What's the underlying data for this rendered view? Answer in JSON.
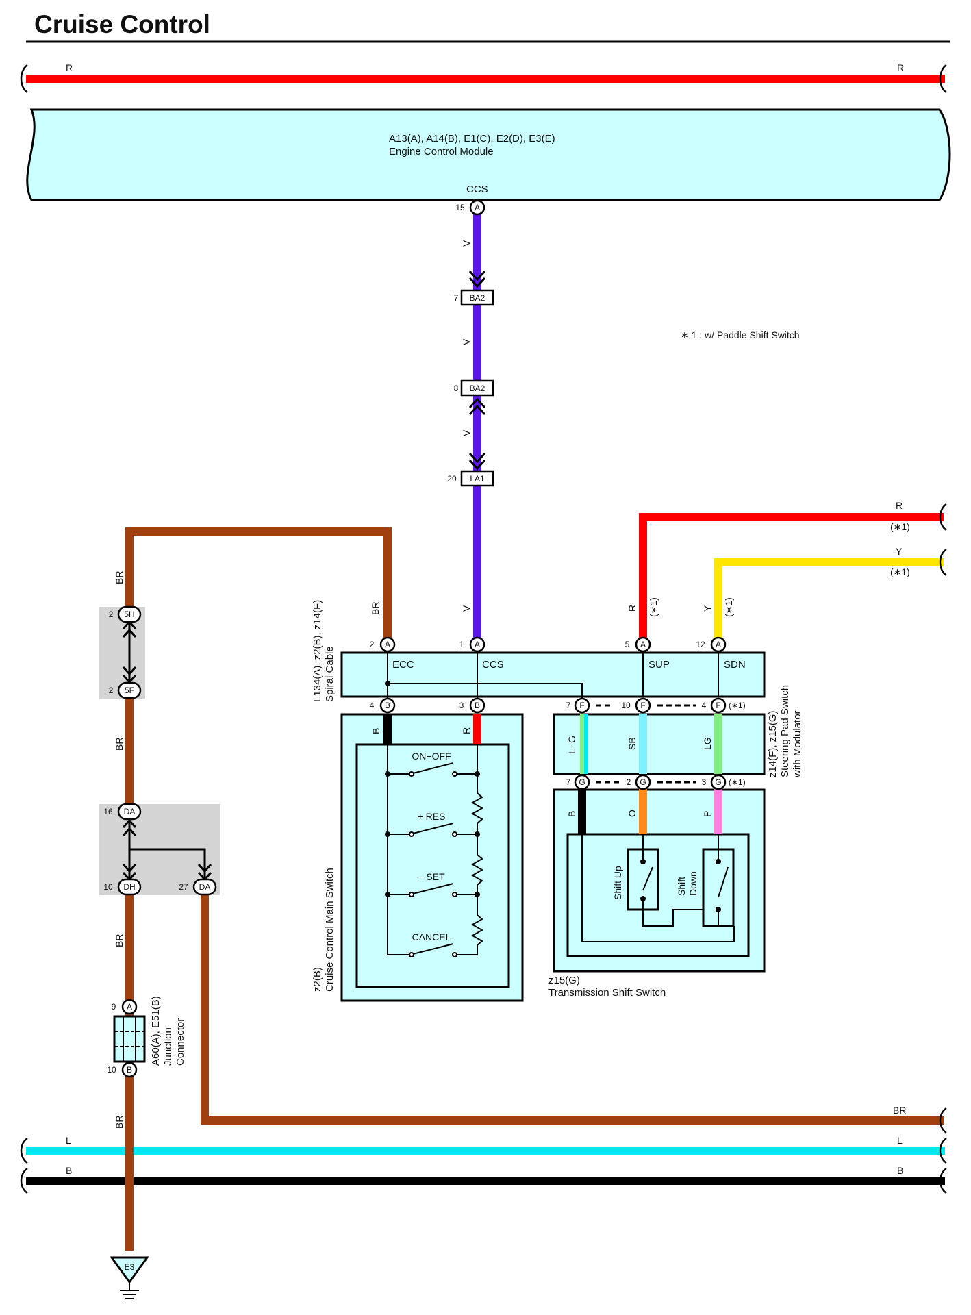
{
  "title": "Cruise Control",
  "note": "∗ 1 : w/ Paddle Shift Switch",
  "buses": {
    "r": "R",
    "br": "BR",
    "l": "L",
    "b": "B"
  },
  "ecm": {
    "ref": "A13(A), A14(B), E1(C), E2(D), E3(E)",
    "name": "Engine Control Module",
    "terminal": "CCS",
    "pin": "15",
    "pin_id": "A"
  },
  "connectors": {
    "ba2_a": {
      "pin": "7",
      "id": "BA2"
    },
    "ba2_b": {
      "pin": "8",
      "id": "BA2"
    },
    "la1": {
      "pin": "20",
      "id": "LA1"
    },
    "j5h": {
      "pin": "2",
      "id": "5H"
    },
    "j5f": {
      "pin": "2",
      "id": "5F"
    },
    "jda16": {
      "pin": "16",
      "id": "DA"
    },
    "jdh": {
      "pin": "10",
      "id": "DH"
    },
    "jda27": {
      "pin": "27",
      "id": "DA"
    }
  },
  "wires": {
    "v": "V",
    "br": "BR",
    "r": "R",
    "y": "Y",
    "b": "B",
    "lg_dash": "L−G",
    "sb": "SB",
    "lg": "LG",
    "o": "O",
    "p": "P"
  },
  "paddle_tag": "(∗1)",
  "spiral": {
    "ref": "L134(A), z2(B), z14(F)",
    "name": "Spiral Cable",
    "terminals": [
      "ECC",
      "CCS",
      "SUP",
      "SDN"
    ],
    "top_pins": [
      {
        "num": "2",
        "id": "A"
      },
      {
        "num": "1",
        "id": "A"
      },
      {
        "num": "5",
        "id": "A"
      },
      {
        "num": "12",
        "id": "A"
      }
    ],
    "bottom_pins": [
      {
        "num": "4",
        "id": "B"
      },
      {
        "num": "3",
        "id": "B"
      },
      {
        "num": "7",
        "id": "F"
      },
      {
        "num": "10",
        "id": "F"
      },
      {
        "num": "4",
        "id": "F"
      }
    ]
  },
  "main_switch": {
    "ref": "z2(B)",
    "name": "Cruise Control Main Switch",
    "switches": [
      "ON−OFF",
      "+ RES",
      "− SET",
      "CANCEL"
    ]
  },
  "pad_switch": {
    "ref": "z14(F), z15(G)",
    "name1": "Steering Pad Switch",
    "name2": "with Modulator",
    "bottom_pins": [
      {
        "num": "7",
        "id": "G"
      },
      {
        "num": "2",
        "id": "G"
      },
      {
        "num": "3",
        "id": "G"
      }
    ]
  },
  "trans_switch": {
    "ref": "z15(G)",
    "name": "Transmission Shift Switch",
    "shift_up": "Shift Up",
    "shift_down_1": "Shift",
    "shift_down_2": "Down"
  },
  "junction": {
    "ref": "A60(A), E51(B)",
    "name1": "Junction",
    "name2": "Connector",
    "pin_top": "9",
    "id_top": "A",
    "pin_bot": "10",
    "id_bot": "B"
  },
  "ground": "E3",
  "colors": {
    "red": "#ff0000",
    "brown": "#a0400f",
    "violet": "#5a17e6",
    "yellow": "#ffe600",
    "cyan": "#00e8f0",
    "black": "#000000",
    "panel": "#ccffff",
    "gray": "#d4d4d4",
    "orange": "#ff8a1a",
    "pink": "#ff80e0",
    "lightgreen": "#80ee80",
    "skyblue": "#80f0ff"
  }
}
